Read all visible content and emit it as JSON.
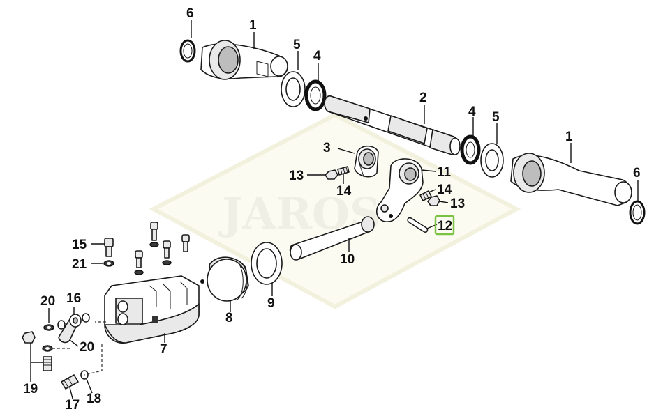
{
  "watermark": "JAROS",
  "highlight_color": "#7cc242",
  "callouts": [
    {
      "id": "lbl-1a",
      "text": "1"
    },
    {
      "id": "lbl-1b",
      "text": "1"
    },
    {
      "id": "lbl-2",
      "text": "2"
    },
    {
      "id": "lbl-3",
      "text": "3"
    },
    {
      "id": "lbl-4a",
      "text": "4"
    },
    {
      "id": "lbl-4b",
      "text": "4"
    },
    {
      "id": "lbl-5a",
      "text": "5"
    },
    {
      "id": "lbl-5b",
      "text": "5"
    },
    {
      "id": "lbl-6a",
      "text": "6"
    },
    {
      "id": "lbl-6b",
      "text": "6"
    },
    {
      "id": "lbl-7",
      "text": "7"
    },
    {
      "id": "lbl-8",
      "text": "8"
    },
    {
      "id": "lbl-9",
      "text": "9"
    },
    {
      "id": "lbl-10",
      "text": "10"
    },
    {
      "id": "lbl-11",
      "text": "11"
    },
    {
      "id": "lbl-12",
      "text": "12"
    },
    {
      "id": "lbl-13a",
      "text": "13"
    },
    {
      "id": "lbl-13b",
      "text": "13"
    },
    {
      "id": "lbl-14a",
      "text": "14"
    },
    {
      "id": "lbl-14b",
      "text": "14"
    },
    {
      "id": "lbl-15",
      "text": "15"
    },
    {
      "id": "lbl-16",
      "text": "16"
    },
    {
      "id": "lbl-17",
      "text": "17"
    },
    {
      "id": "lbl-18",
      "text": "18"
    },
    {
      "id": "lbl-19",
      "text": "19"
    },
    {
      "id": "lbl-20a",
      "text": "20"
    },
    {
      "id": "lbl-20b",
      "text": "20"
    },
    {
      "id": "lbl-21",
      "text": "21"
    }
  ]
}
